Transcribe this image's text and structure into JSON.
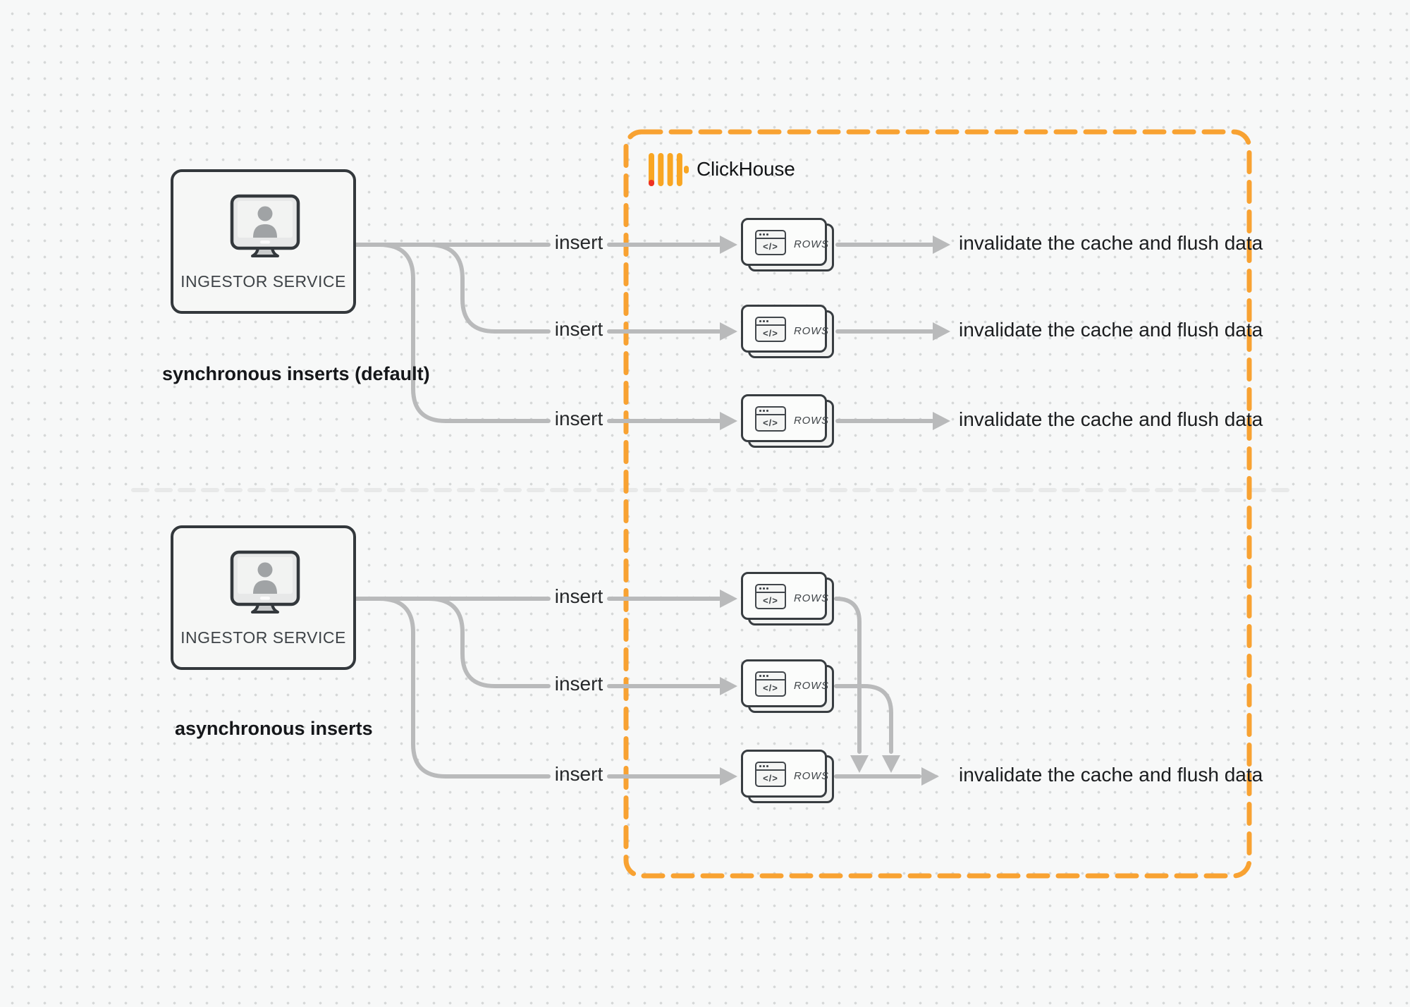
{
  "diagram": {
    "clickhouse": {
      "brand_label": "ClickHouse"
    },
    "sync": {
      "service_label": "INGESTOR SERVICE",
      "caption": "synchronous inserts (default)",
      "rows": [
        {
          "insert_label": "insert",
          "node_label": "ROWS",
          "node_icon_glyph": "</>",
          "result_label": "invalidate the cache and flush data"
        },
        {
          "insert_label": "insert",
          "node_label": "ROWS",
          "node_icon_glyph": "</>",
          "result_label": "invalidate the cache and flush data"
        },
        {
          "insert_label": "insert",
          "node_label": "ROWS",
          "node_icon_glyph": "</>",
          "result_label": "invalidate the cache and flush data"
        }
      ]
    },
    "async": {
      "service_label": "INGESTOR SERVICE",
      "caption": "asynchronous inserts",
      "rows": [
        {
          "insert_label": "insert",
          "node_label": "ROWS",
          "node_icon_glyph": "</>"
        },
        {
          "insert_label": "insert",
          "node_label": "ROWS",
          "node_icon_glyph": "</>"
        },
        {
          "insert_label": "insert",
          "node_label": "ROWS",
          "node_icon_glyph": "</>",
          "result_label": "invalidate the cache and flush data"
        }
      ]
    },
    "colors": {
      "accent_orange": "#F8A232",
      "logo_yellow": "#F9A623",
      "logo_red": "#EE3124",
      "connector_gray": "#B9BABB",
      "node_border": "#383D41",
      "divider_gray": "#E8E9E9"
    }
  }
}
